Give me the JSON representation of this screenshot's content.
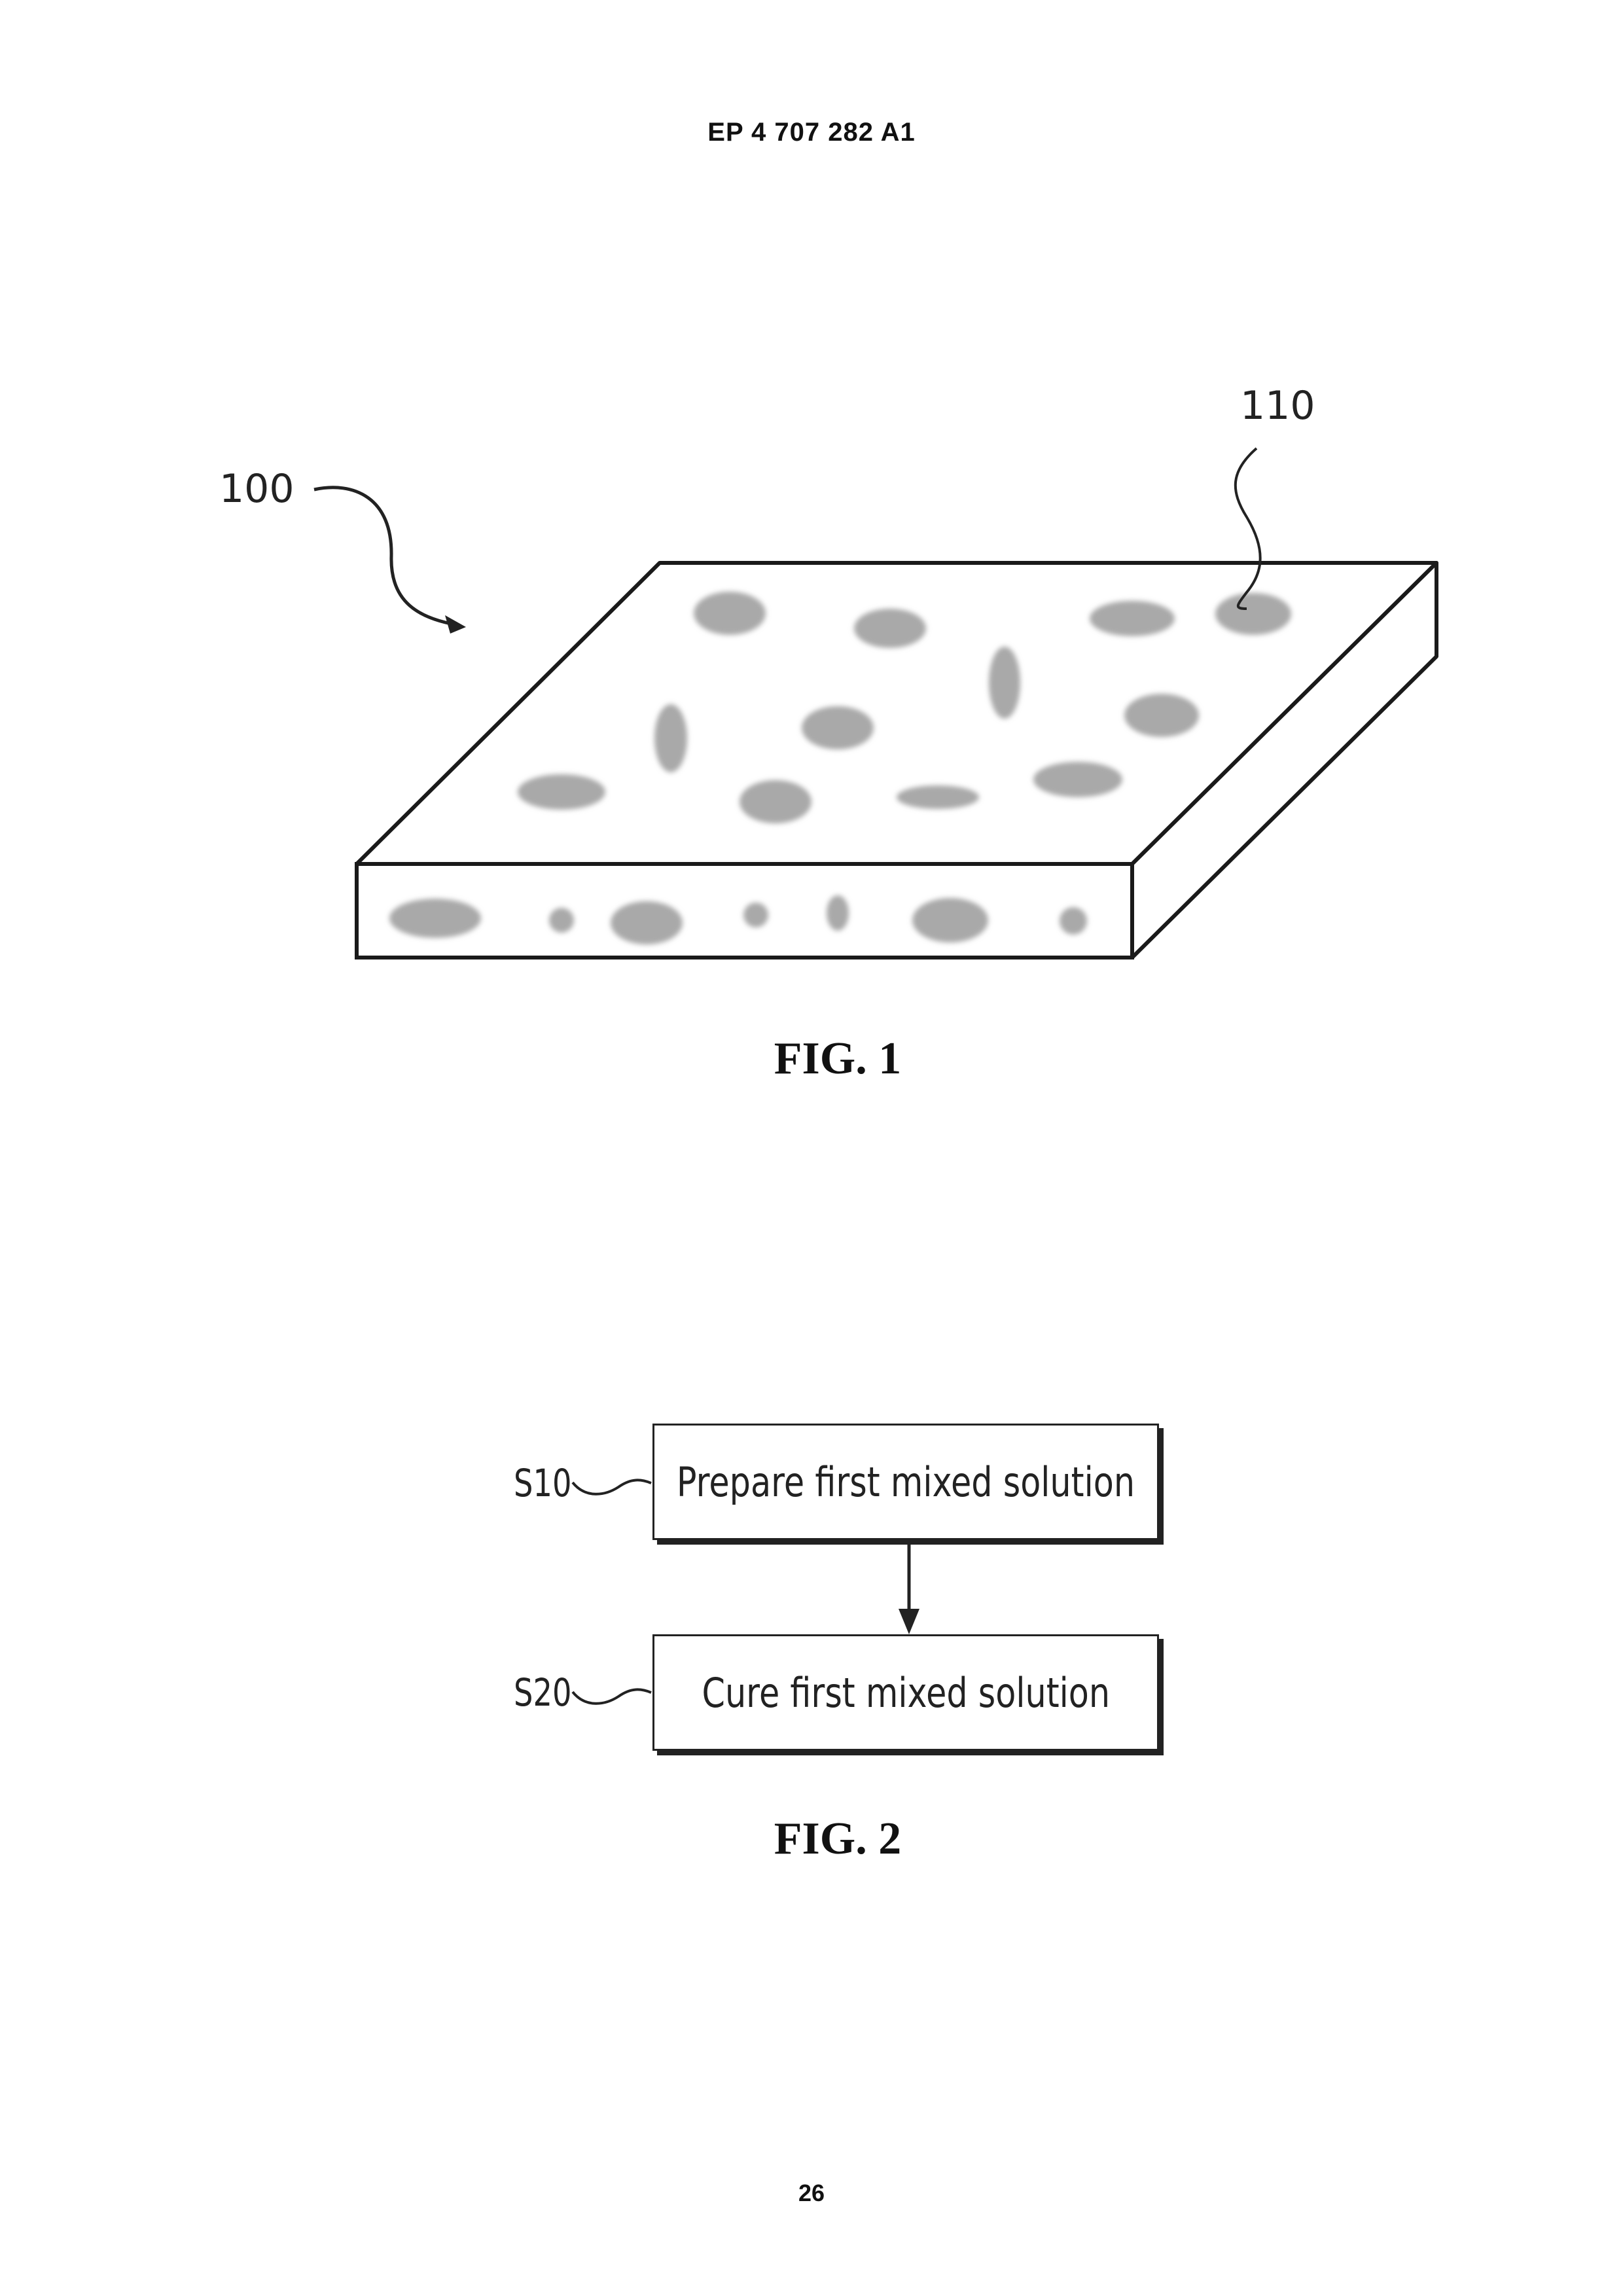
{
  "header": {
    "patent_number": "EP 4 707 282 A1"
  },
  "figure1": {
    "caption": "FIG. 1",
    "label_body": "100",
    "label_particle": "110"
  },
  "figure2": {
    "caption": "FIG. 2",
    "steps": [
      {
        "label": "S10",
        "text": "Prepare first mixed solution"
      },
      {
        "label": "S20",
        "text": "Cure first mixed solution"
      }
    ]
  },
  "footer": {
    "page_number": "26"
  }
}
